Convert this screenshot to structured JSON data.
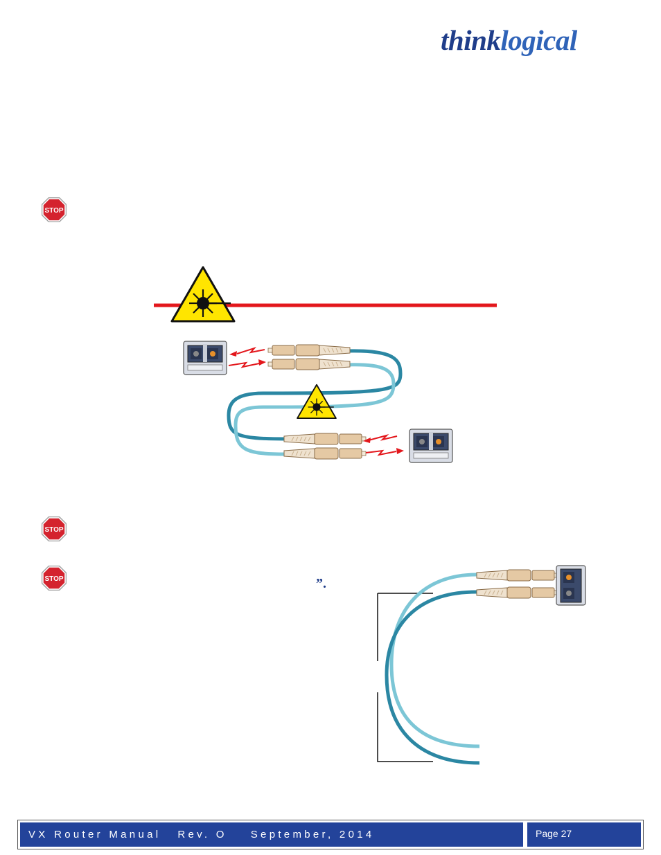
{
  "header": {
    "logo_think": "think",
    "logo_logical": "logical"
  },
  "content": {
    "quote_mark": "”."
  },
  "icons": {
    "stop_label": "STOP",
    "stop_color": "#d4232e",
    "laser_warning_color": "#ffe500",
    "laser_line_color": "#e3171c"
  },
  "fiber_colors": {
    "dark": "#2b87a3",
    "light": "#7cc6d6",
    "connector": "#e5c9a4"
  },
  "footer": {
    "manual": "VX Router Manual",
    "revision": "Rev. O",
    "date": "September, 2014",
    "page": "Page 27"
  }
}
